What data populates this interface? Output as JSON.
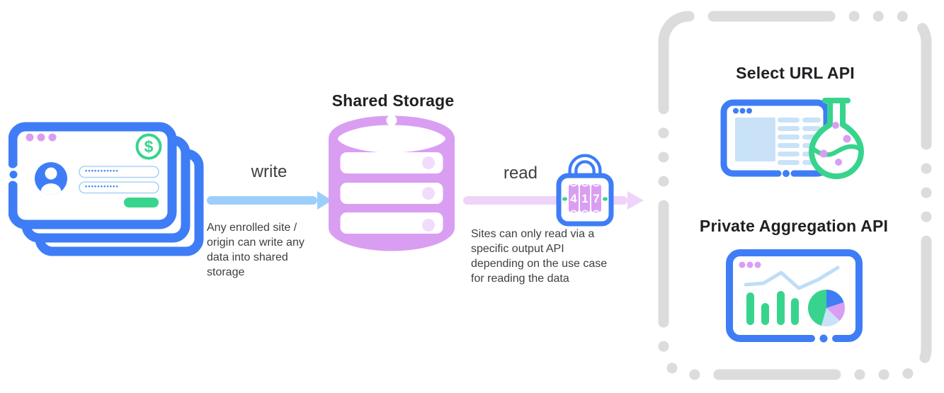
{
  "diagram": {
    "name": "shared-storage-flow-diagram",
    "shared_storage": {
      "title": "Shared Storage"
    },
    "write": {
      "label": "write",
      "description": "Any enrolled site / origin can write any data into shared storage"
    },
    "read": {
      "label": "read",
      "description": "Sites can only read via a specific output API depending on the use case for reading the data"
    },
    "lock": {
      "digits": [
        "4",
        "1",
        "7"
      ]
    },
    "site_stack": {
      "currency_symbol": "$",
      "password_mask": "•••••••••••"
    },
    "output_apis": {
      "select_url": {
        "title": "Select URL API"
      },
      "private_aggregation": {
        "title": "Private Aggregation API"
      }
    },
    "icons": {
      "site_stack": "stacked-browser-windows-icon",
      "dollar_coin": "dollar-coin-icon",
      "user_avatar": "user-avatar-icon",
      "database": "database-cylinder-icon",
      "combination_lock": "combination-lock-icon",
      "flask": "experiment-flask-icon",
      "dashboard": "charts-dashboard-icon"
    },
    "colors": {
      "blue": "#3E7DF6",
      "password_blue": "#4285F4",
      "sky_blue_arrow": "#9CCEFA",
      "pale_blue": "#C9E2F8",
      "chart_line_blue": "#BFDDF6",
      "input_border_blue": "#A8D3F6",
      "purple": "#D99EF2",
      "pale_purple_arrow": "#EED4F8",
      "lavender_dot": "#F2DCFB",
      "green": "#38D48D",
      "dash_gray": "#DCDCDC",
      "title_text": "#202124",
      "body_text": "#3C4043"
    }
  }
}
